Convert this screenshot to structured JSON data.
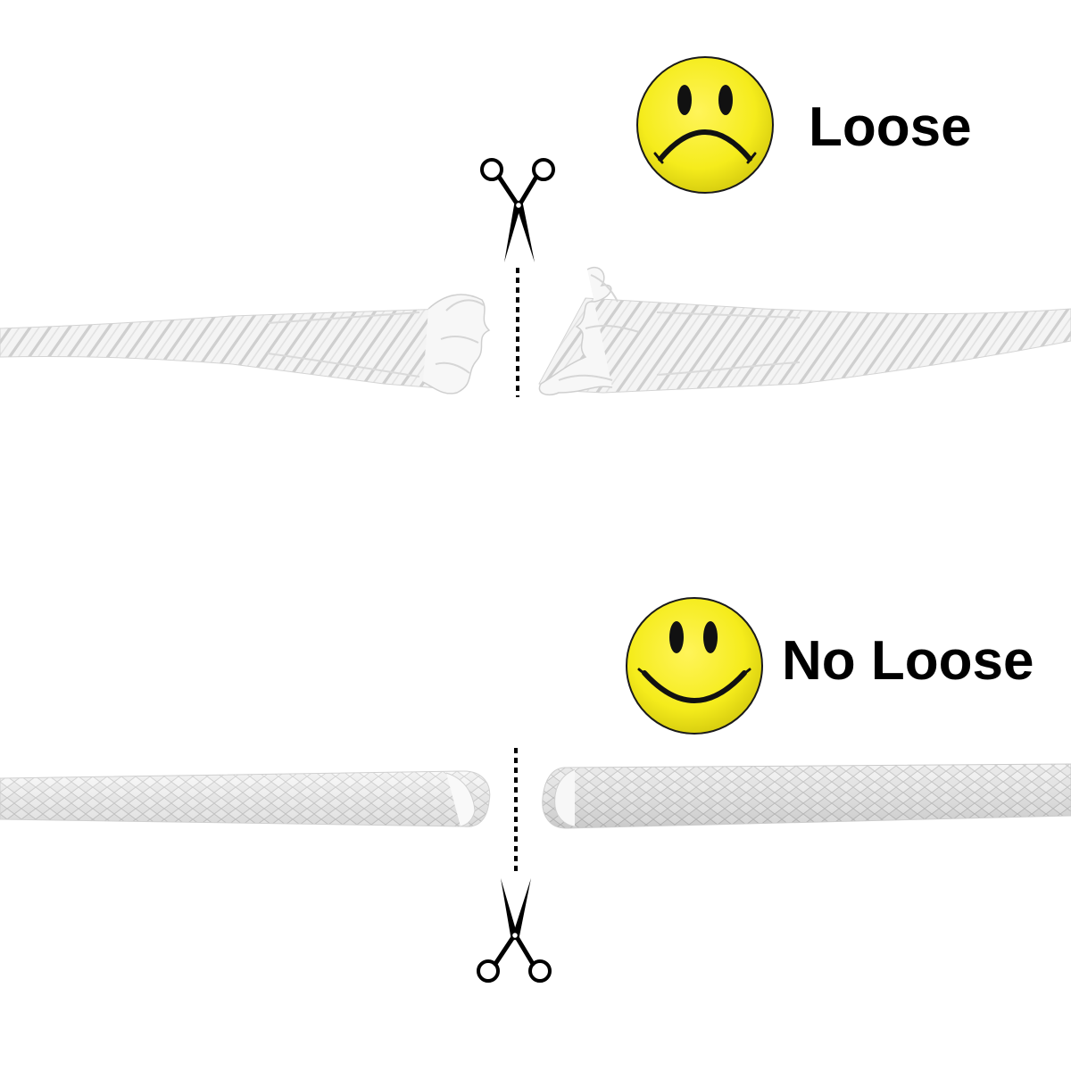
{
  "top_panel": {
    "label": "Loose",
    "face_icon": "sad-face-icon",
    "tool_icon": "scissors-icon",
    "rope_type": "twisted"
  },
  "bottom_panel": {
    "label": "No Loose",
    "face_icon": "smiley-face-icon",
    "tool_icon": "scissors-icon",
    "rope_type": "braided"
  },
  "colors": {
    "face_yellow": "#F5EC1C",
    "face_outline": "#1a1a1a",
    "text": "#000000",
    "rope_white": "#F4F4F4",
    "rope_shadow": "#C9C9C9",
    "background": "#FFFFFF"
  }
}
